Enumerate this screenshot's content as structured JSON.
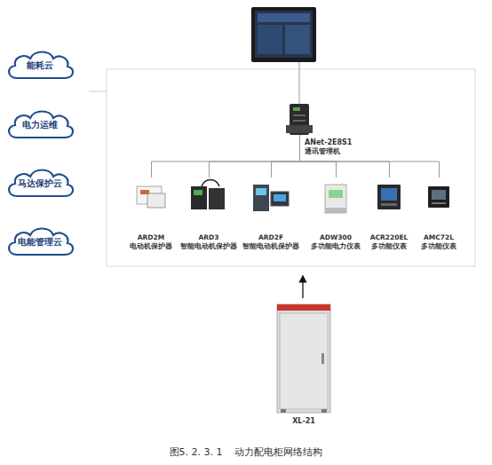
{
  "diagram": {
    "caption": "图5. 2. 3. 1    动力配电柜网络结构",
    "nodes": [
      {
        "text": [
          "能耗云"
        ]
      },
      {
        "text": [
          "电力运维"
        ]
      },
      {
        "text": [
          "马达保护云"
        ]
      },
      {
        "text": [
          "电能管理云"
        ]
      },
      {
        "text": [
          "ANet-2E8S1",
          "通讯管理机"
        ]
      },
      {
        "text": [
          "ARD2M",
          "电动机保护器"
        ]
      },
      {
        "text": [
          "ARD3",
          "智能电动机保护器"
        ]
      },
      {
        "text": [
          "ARD2F",
          "智能电动机保护器"
        ]
      },
      {
        "text": [
          "ADW300",
          "多功能电力仪表"
        ]
      },
      {
        "text": [
          "ACR220EL",
          "多功能仪表"
        ]
      },
      {
        "text": [
          "AMC72L",
          "多功能仪表"
        ]
      },
      {
        "text": [
          "XL-21"
        ]
      }
    ],
    "edges": [
      {
        "from": 4,
        "to": 5,
        "arrow": "none"
      },
      {
        "from": 4,
        "to": 6,
        "arrow": "none"
      },
      {
        "from": 4,
        "to": 7,
        "arrow": "none"
      },
      {
        "from": 4,
        "to": 8,
        "arrow": "none"
      },
      {
        "from": 4,
        "to": 9,
        "arrow": "none"
      },
      {
        "from": 4,
        "to": 10,
        "arrow": "none"
      }
    ]
  }
}
